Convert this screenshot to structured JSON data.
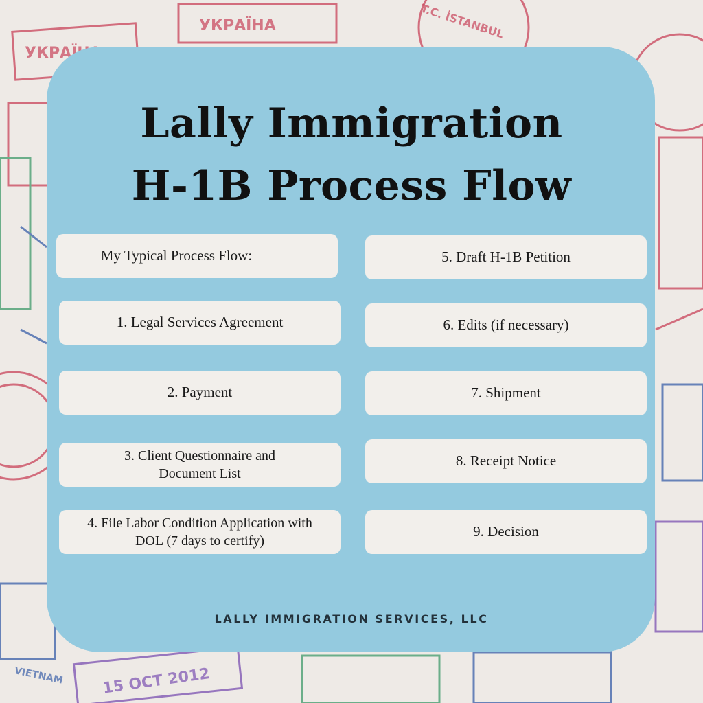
{
  "title": {
    "line1": "Lally Immigration",
    "line2": "H-1B Process Flow"
  },
  "left_column": [
    "My Typical Process Flow:",
    "1. Legal Services Agreement",
    "2. Payment",
    "3. Client Questionnaire and Document List",
    "4. File Labor Condition Application with DOL (7 days to certify)"
  ],
  "right_column": [
    "5. Draft H-1B Petition",
    "6. Edits (if necessary)",
    "7. Shipment",
    "8. Receipt Notice",
    "9. Decision"
  ],
  "footer": "LALLY IMMIGRATION SERVICES, LLC",
  "background": {
    "stamp_texts": [
      "УКРАЇНА",
      "УКРАЇНА",
      "T.C. İSTANBUL",
      "VIETNAM",
      "15 OCT 2012"
    ],
    "colors": {
      "red": "#c8435a",
      "blue": "#3a5fa8",
      "purple": "#7a4fb0",
      "green": "#3f9a6a"
    }
  },
  "colors": {
    "card": "#94cadf",
    "box": "#f2efeb",
    "title": "#111111",
    "footer": "#23313a"
  }
}
